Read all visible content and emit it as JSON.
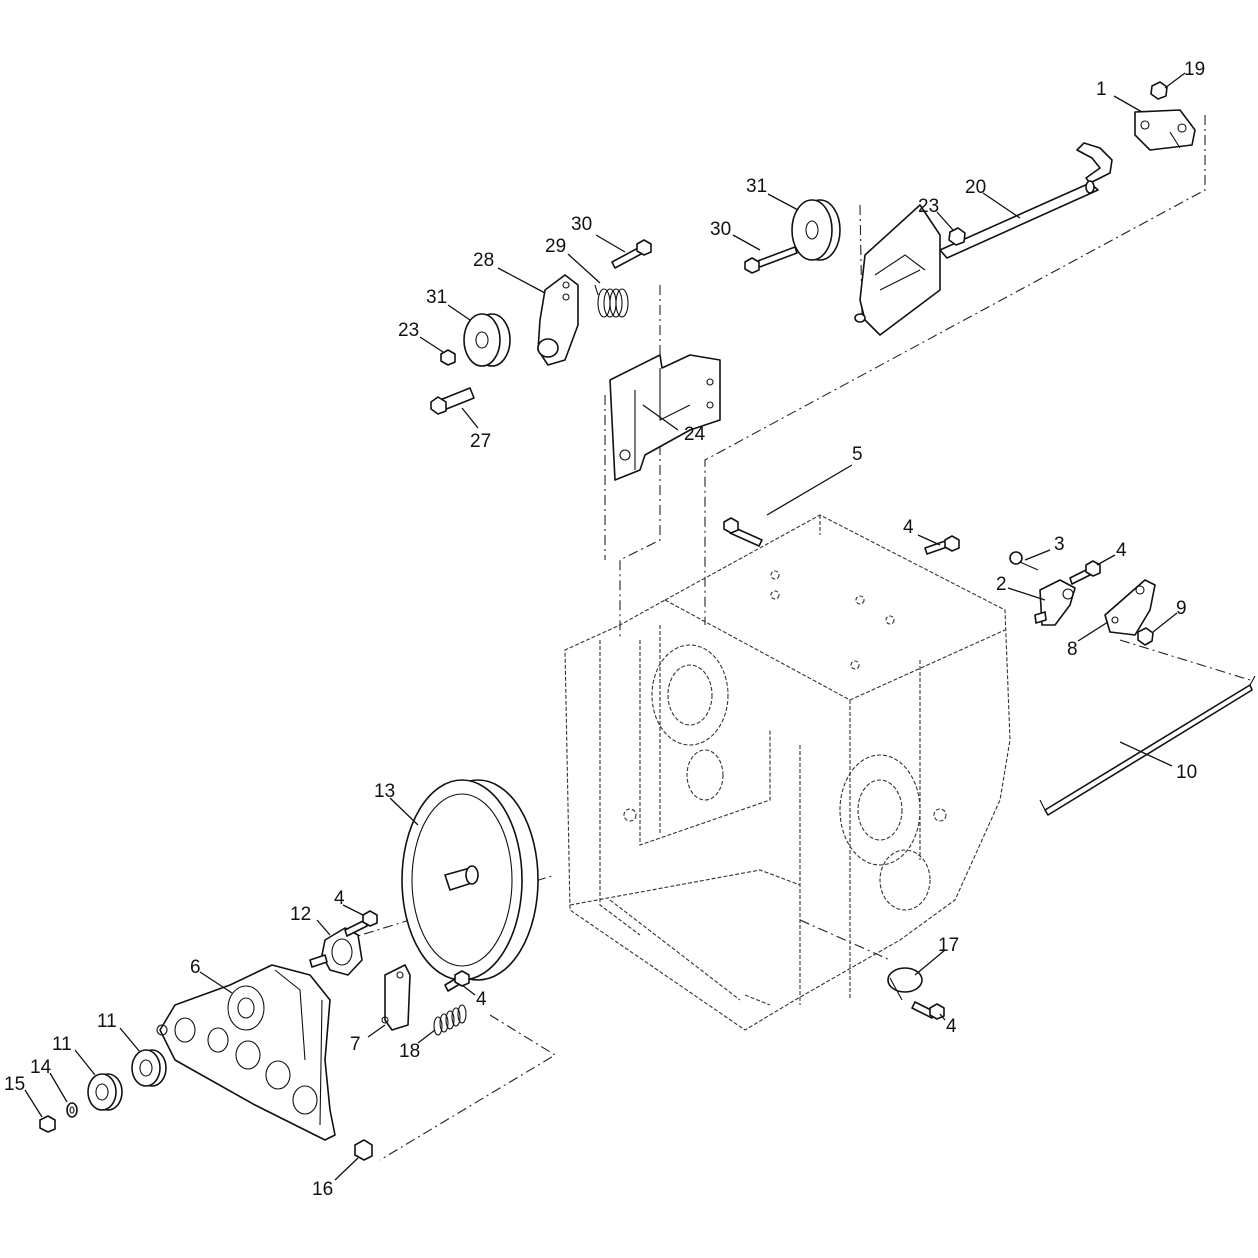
{
  "callouts": [
    {
      "label": "1"
    },
    {
      "label": "19"
    },
    {
      "label": "20"
    },
    {
      "label": "23"
    },
    {
      "label": "31"
    },
    {
      "label": "30"
    },
    {
      "label": "30"
    },
    {
      "label": "29"
    },
    {
      "label": "28"
    },
    {
      "label": "31"
    },
    {
      "label": "23"
    },
    {
      "label": "27"
    },
    {
      "label": "24"
    },
    {
      "label": "5"
    },
    {
      "label": "4"
    },
    {
      "label": "3"
    },
    {
      "label": "4"
    },
    {
      "label": "2"
    },
    {
      "label": "9"
    },
    {
      "label": "8"
    },
    {
      "label": "10"
    },
    {
      "label": "13"
    },
    {
      "label": "4"
    },
    {
      "label": "12"
    },
    {
      "label": "6"
    },
    {
      "label": "4"
    },
    {
      "label": "7"
    },
    {
      "label": "18"
    },
    {
      "label": "11"
    },
    {
      "label": "11"
    },
    {
      "label": "14"
    },
    {
      "label": "15"
    },
    {
      "label": "16"
    },
    {
      "label": "17"
    },
    {
      "label": "4"
    }
  ]
}
